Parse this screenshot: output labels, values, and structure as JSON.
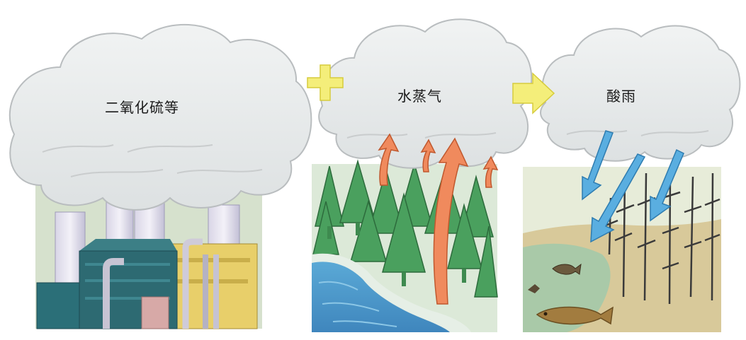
{
  "labels": {
    "pollutants": "二氧化硫等",
    "water_vapor": "水蒸气",
    "acid_rain": "酸雨"
  },
  "icons": {
    "plus": "plus-icon",
    "arrow": "right-arrow-icon"
  },
  "colors": {
    "cloud": "#ecefef",
    "connector": "#f4ee7a",
    "vapor_arrow": "#f08a5d",
    "rain_arrow": "#5aaee0",
    "water": "#4a9fd0",
    "tree": "#3f9a55"
  }
}
